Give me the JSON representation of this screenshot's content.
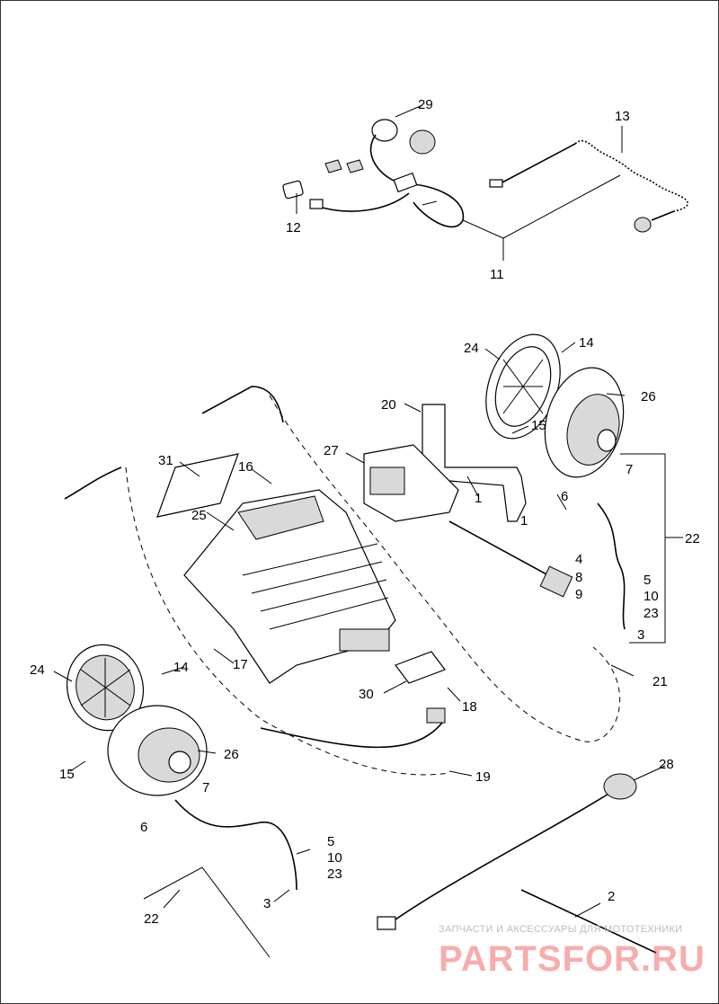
{
  "callouts": [
    "29",
    "13",
    "12",
    "11",
    "24",
    "14",
    "26",
    "20",
    "15",
    "27",
    "31",
    "16",
    "7",
    "25",
    "1",
    "1",
    "6",
    "22",
    "4",
    "8",
    "9",
    "5",
    "10",
    "23",
    "3",
    "17",
    "24",
    "14",
    "30",
    "18",
    "21",
    "26",
    "15",
    "19",
    "7",
    "6",
    "28",
    "5",
    "10",
    "23",
    "3",
    "2",
    "22"
  ],
  "watermark": {
    "caption": "ЗАПЧАСТИ И АКСЕССУАРЫ ДЛЯ МОТОТЕХНИКИ",
    "brand": "PARTSFOR.RU"
  }
}
